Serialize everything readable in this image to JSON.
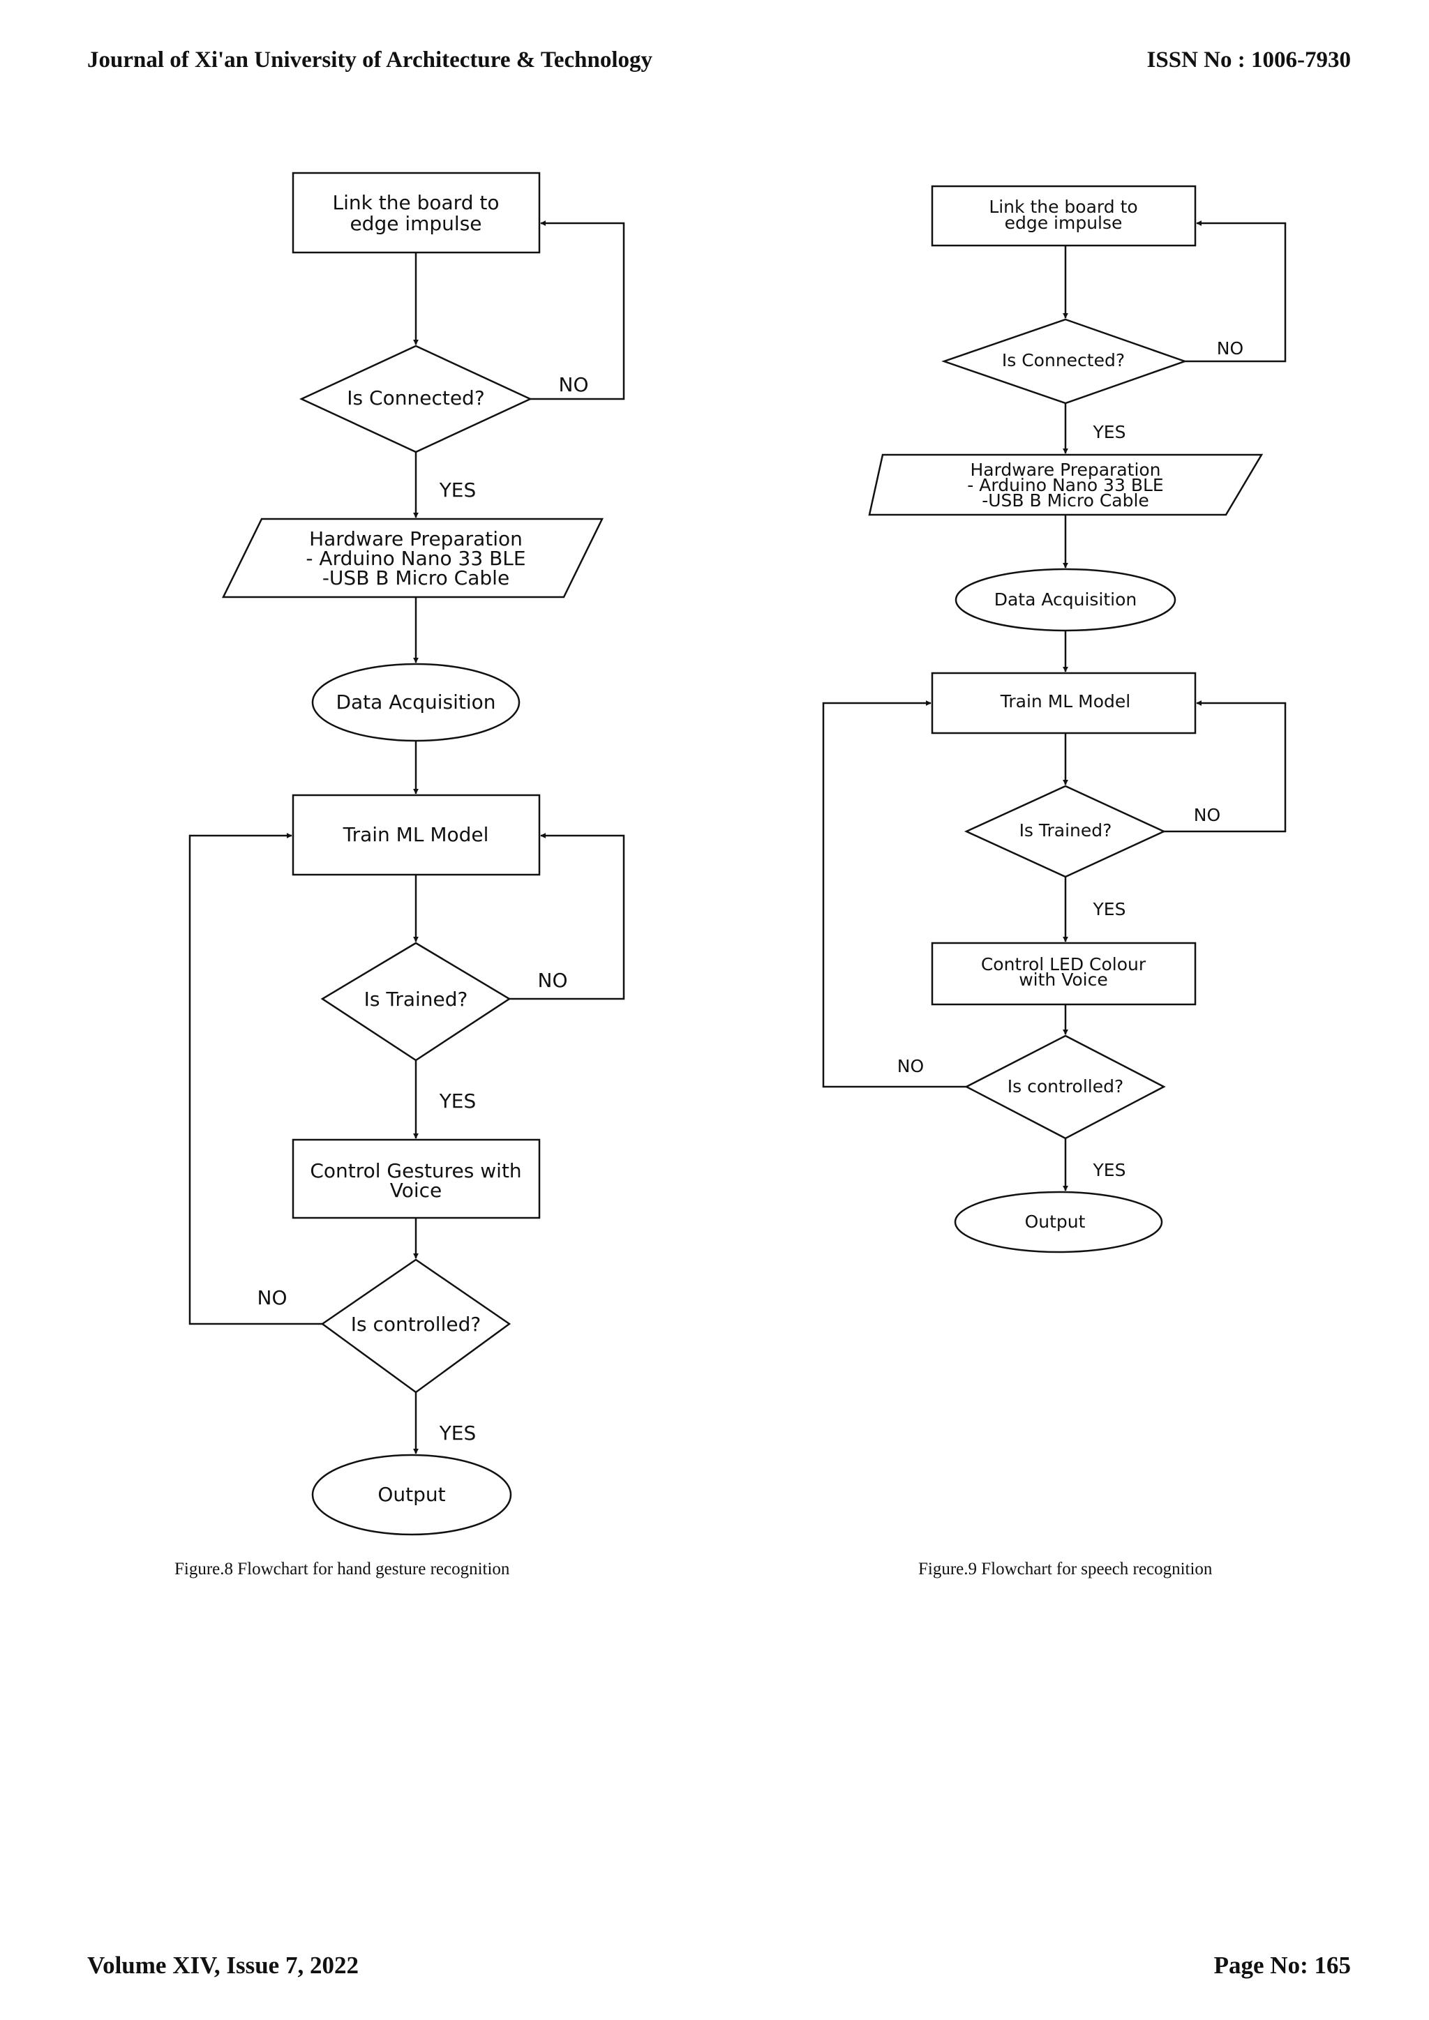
{
  "header": {
    "journal": "Journal of Xi'an University of Architecture & Technology",
    "issn": "ISSN No : 1006-7930"
  },
  "footer": {
    "volume": "Volume XIV, Issue 7, 2022",
    "page": "Page No: 165"
  },
  "figure8": {
    "caption": "Figure.8 Flowchart for hand gesture recognition",
    "link_line1": "Link the board to",
    "link_line2": "edge impulse",
    "is_connected": "Is Connected?",
    "hw_line1": "Hardware Preparation",
    "hw_line2": "- Arduino Nano 33 BLE",
    "hw_line3": "-USB B Micro Cable",
    "data_acq": "Data Acquisition",
    "train": "Train ML Model",
    "is_trained": "Is Trained?",
    "control_line1": "Control Gestures with",
    "control_line2": "Voice",
    "is_controlled": "Is controlled?",
    "output": "Output",
    "yes": "YES",
    "no": "NO"
  },
  "figure9": {
    "caption": "Figure.9 Flowchart for speech recognition",
    "link_line1": "Link the board to",
    "link_line2": "edge impulse",
    "is_connected": "Is Connected?",
    "hw_line1": "Hardware Preparation",
    "hw_line2": "- Arduino Nano 33 BLE",
    "hw_line3": "-USB B Micro Cable",
    "data_acq": "Data Acquisition",
    "train": "Train ML Model",
    "is_trained": "Is Trained?",
    "control_line1": "Control LED Colour",
    "control_line2": "with Voice",
    "is_controlled": "Is controlled?",
    "output": "Output",
    "yes": "YES",
    "no": "NO"
  }
}
